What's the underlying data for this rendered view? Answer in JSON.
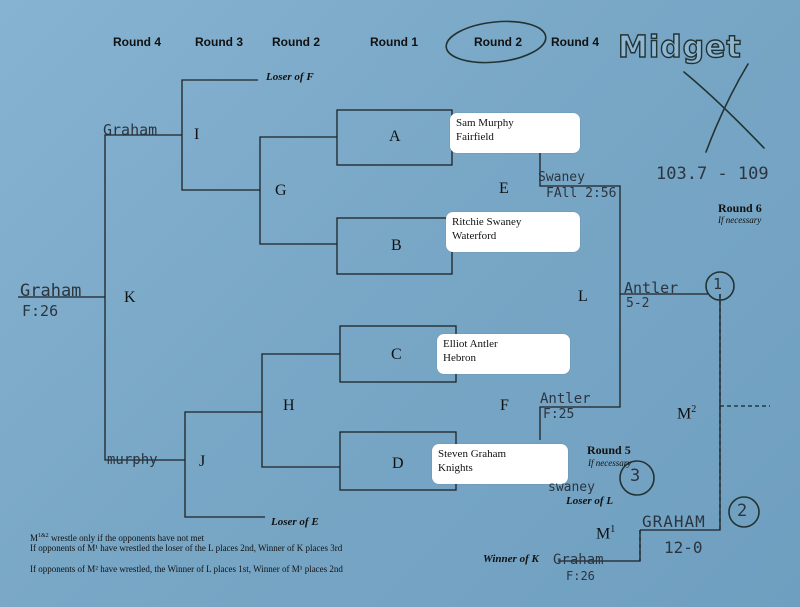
{
  "title": "Midget",
  "headers": [
    "Round 4",
    "Round 3",
    "Round 2",
    "Round 1",
    "Round 2",
    "Round 4"
  ],
  "bouts": {
    "A": "A",
    "B": "B",
    "C": "C",
    "D": "D",
    "E": "E",
    "F": "F",
    "G": "G",
    "H": "H",
    "I": "I",
    "J": "J",
    "K": "K",
    "L": "L",
    "M1_base": "M",
    "M1_sup": "1",
    "M2_base": "M",
    "M2_sup": "2"
  },
  "notes": {
    "loser_of_f": "Loser of F",
    "loser_of_e": "Loser of E",
    "loser_of_l": "Loser of L",
    "winner_of_k": "Winner of K",
    "round5": "Round 5",
    "round6": "Round 6",
    "if_necessary": "If necessary"
  },
  "wrestlers": [
    {
      "name": "Sam Murphy",
      "team": "Fairfield"
    },
    {
      "name": "Ritchie Swaney",
      "team": "Waterford"
    },
    {
      "name": "Elliot Antler",
      "team": "Hebron"
    },
    {
      "name": "Steven Graham",
      "team": "Knights"
    }
  ],
  "handwritten": {
    "graham_i": "Graham",
    "graham_k": "Graham",
    "graham_k_score": "F:26",
    "murphy_j": "murphy",
    "swaney_e": "Swaney",
    "swaney_e_score": "FAll 2:56",
    "antler_f": "Antler",
    "antler_f_score": "F:25",
    "antler_l": "Antler",
    "antler_l_score": "5-2",
    "place1": "1",
    "place2": "2",
    "place3": "3",
    "swaney_m1": "swaney",
    "graham_m1": "GRAHAM",
    "m1_score": "12-0",
    "graham_wk": "Graham",
    "graham_wk_score": "F:26",
    "weight": "103.7 - 109"
  },
  "footnotes": [
    {
      "a": "M",
      "sup": "1&2",
      "b": " wrestle only if the opponents have not met"
    },
    "If opponents of M¹ have wrestled the loser of the L places 2nd, Winner of K places 3rd",
    "If opponents of M² have wrestled, the Winner of L places 1st, Winner of M¹ places 2nd"
  ]
}
